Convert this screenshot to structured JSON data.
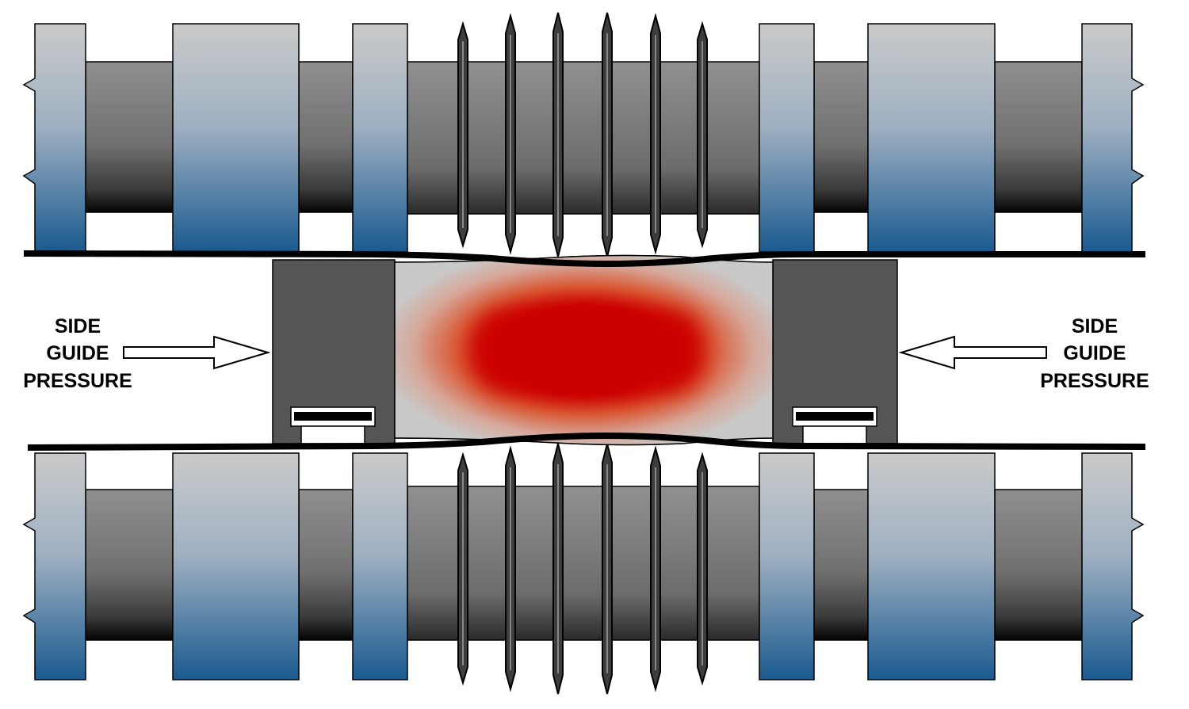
{
  "labels": {
    "left": {
      "line1": "SIDE",
      "line2": "GUIDE",
      "line3": "PRESSURE"
    },
    "right": {
      "line1": "SIDE",
      "line2": "GUIDE",
      "line3": "PRESSURE"
    }
  },
  "colors": {
    "outline": "#000000",
    "light_face": "#c8c8c8",
    "blue_base": "#1a5a8f",
    "drum_mid": "#8a8a8a",
    "drum_dark": "#050505",
    "side_guide": "#555555",
    "hot_core": "#cc0000",
    "slab_edge": "#c9c9c9"
  }
}
